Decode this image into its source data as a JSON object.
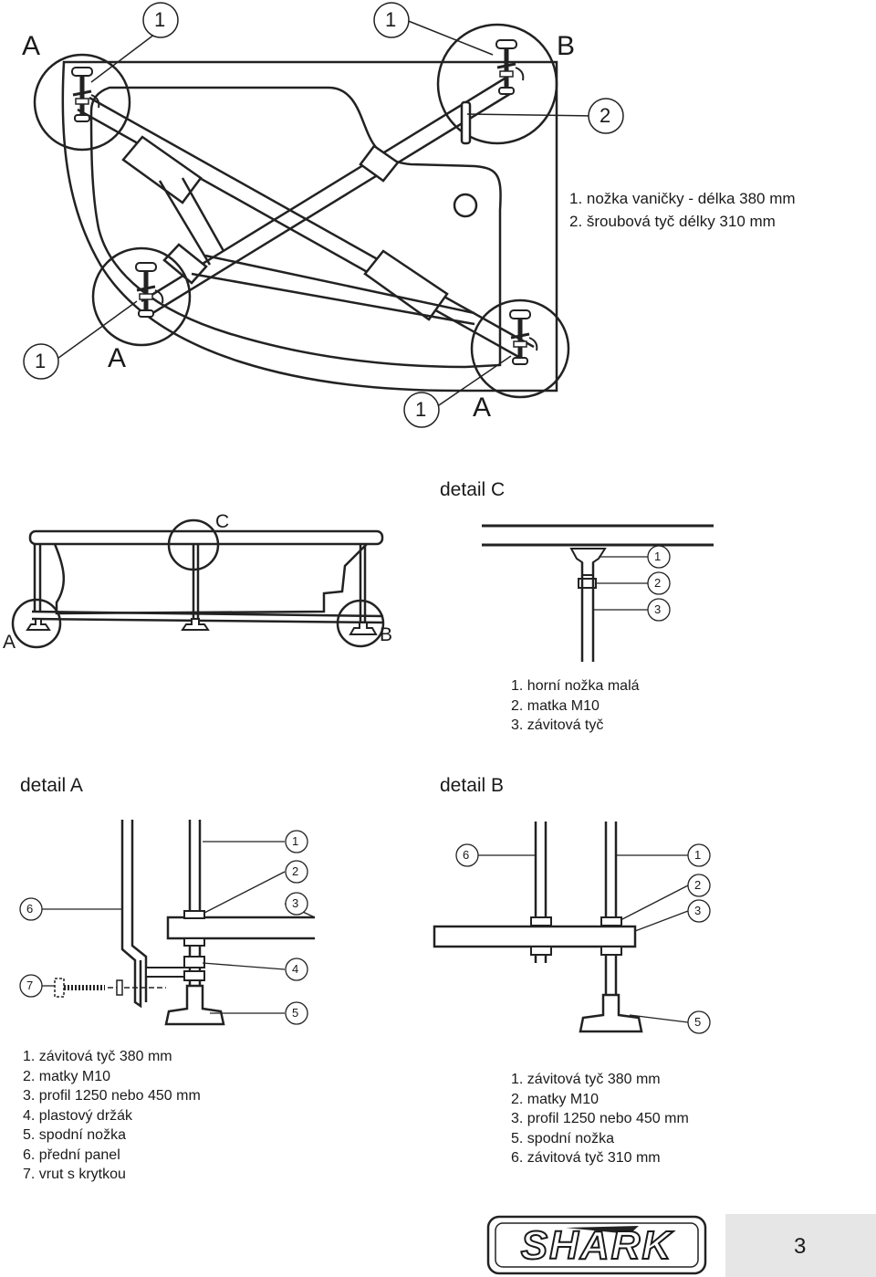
{
  "top": {
    "letters": {
      "a_top": "A",
      "b_top": "B",
      "a_left": "A",
      "a_bottom": "A"
    },
    "callouts": {
      "c1": "1",
      "c2": "1",
      "c3": "2",
      "c4": "1",
      "c5": "1"
    },
    "legend": [
      "1. nožka vaničky - délka 380 mm",
      "2. šroubová tyč délky 310 mm"
    ]
  },
  "side": {
    "label_c": "C",
    "label_a": "A",
    "label_b": "B"
  },
  "detail_c": {
    "title": "detail C",
    "callouts": [
      "1",
      "2",
      "3"
    ],
    "legend": [
      "1. horní nožka malá",
      "2. matka M10",
      "3. závitová tyč"
    ]
  },
  "detail_a": {
    "title": "detail A",
    "callouts": [
      "1",
      "2",
      "3",
      "4",
      "5",
      "6",
      "7"
    ],
    "legend": [
      "1. závitová tyč 380 mm",
      "2. matky  M10",
      "3. profil 1250 nebo 450 mm",
      "4. plastový držák",
      "5. spodní nožka",
      "6. přední panel",
      "7. vrut s krytkou"
    ]
  },
  "detail_b": {
    "title": "detail B",
    "callouts": [
      "6",
      "1",
      "2",
      "3",
      "5"
    ],
    "legend": [
      "1. závitová tyč 380 mm",
      "2. matky  M10",
      "3. profil 1250 nebo 450 mm",
      "5. spodní nožka",
      "6. závitová tyč 310 mm"
    ]
  },
  "footer": {
    "logo_text": "SHARK",
    "page_number": "3"
  }
}
